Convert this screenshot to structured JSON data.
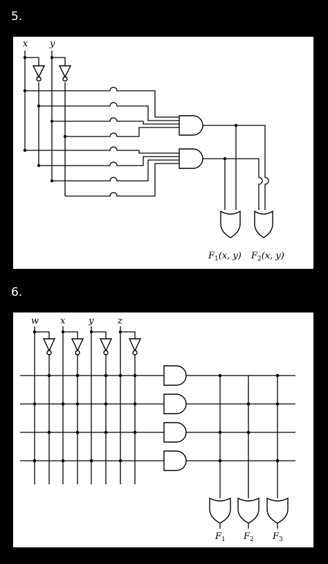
{
  "problems": [
    {
      "number": "5.",
      "inputs": [
        "x",
        "y"
      ],
      "outputs": [
        {
          "name": "F",
          "sub": "1",
          "args": "(x, y)"
        },
        {
          "name": "F",
          "sub": "2",
          "args": "(x, y)"
        }
      ]
    },
    {
      "number": "6.",
      "inputs": [
        "w",
        "x",
        "y",
        "z"
      ],
      "outputs": [
        {
          "name": "F",
          "sub": "1"
        },
        {
          "name": "F",
          "sub": "2"
        },
        {
          "name": "F",
          "sub": "3"
        }
      ]
    }
  ]
}
